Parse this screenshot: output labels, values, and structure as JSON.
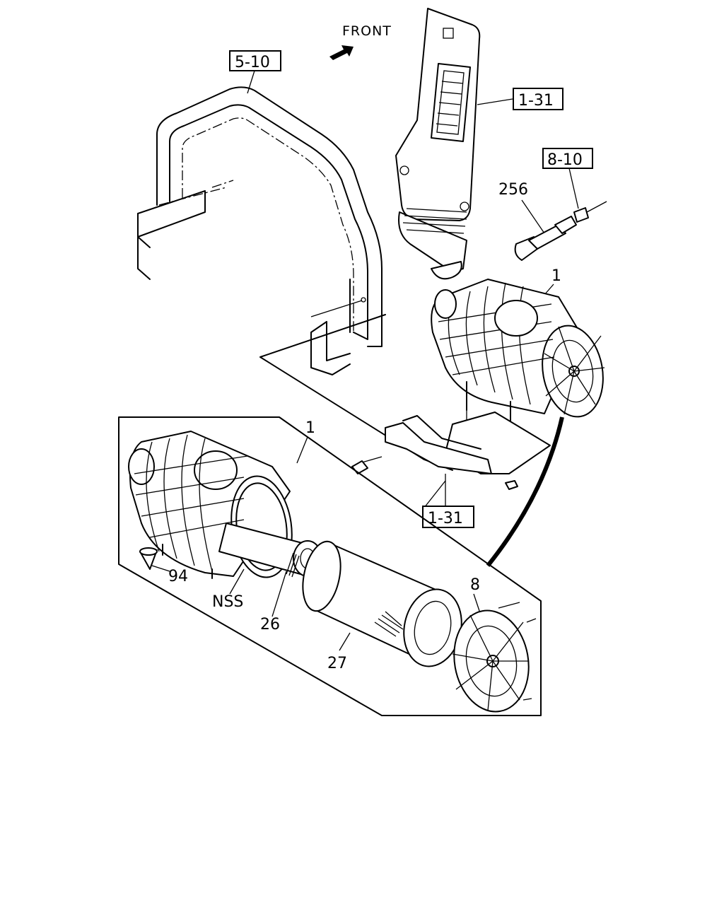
{
  "direction_label": "FRONT",
  "references": {
    "frame": "5-10",
    "intake_duct": "1-31",
    "sensor_harness": "8-10",
    "bracket": "1-31"
  },
  "callouts": {
    "indicator": "256",
    "assembly_top": "1",
    "assembly_exploded": "1",
    "cover": "8",
    "valve": "94",
    "nss": "NSS",
    "safety_element": "26",
    "element": "27"
  },
  "colors": {
    "line": "#000000",
    "background": "#ffffff"
  }
}
